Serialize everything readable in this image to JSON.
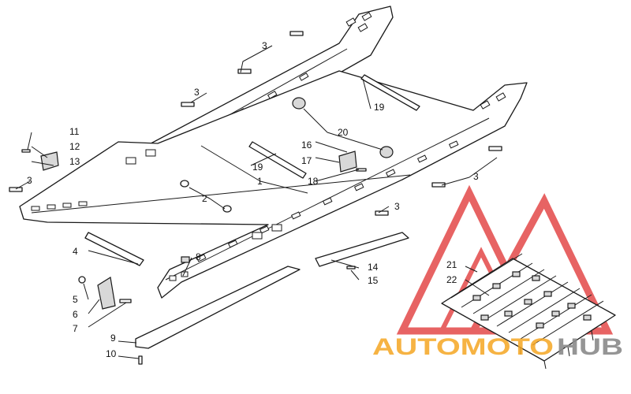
{
  "callouts": {
    "c1": "1",
    "c2": "2",
    "c3a": "3",
    "c3b": "3",
    "c3c": "3",
    "c3d": "3",
    "c3e": "3",
    "c4": "4",
    "c5": "5",
    "c6": "6",
    "c7": "7",
    "c8": "8",
    "c9": "9",
    "c10": "10",
    "c11": "11",
    "c12": "12",
    "c13": "13",
    "c14": "14",
    "c15": "15",
    "c16": "16",
    "c17": "17",
    "c18": "18",
    "c19a": "19",
    "c19b": "19",
    "c20": "20",
    "c21": "21",
    "c22": "22"
  },
  "watermark": {
    "part1": "AUTOMOTO",
    "part2": "HUB",
    "colors": {
      "red": "#e03030",
      "orange": "#f5a623",
      "gray": "#8a8a8a"
    }
  }
}
